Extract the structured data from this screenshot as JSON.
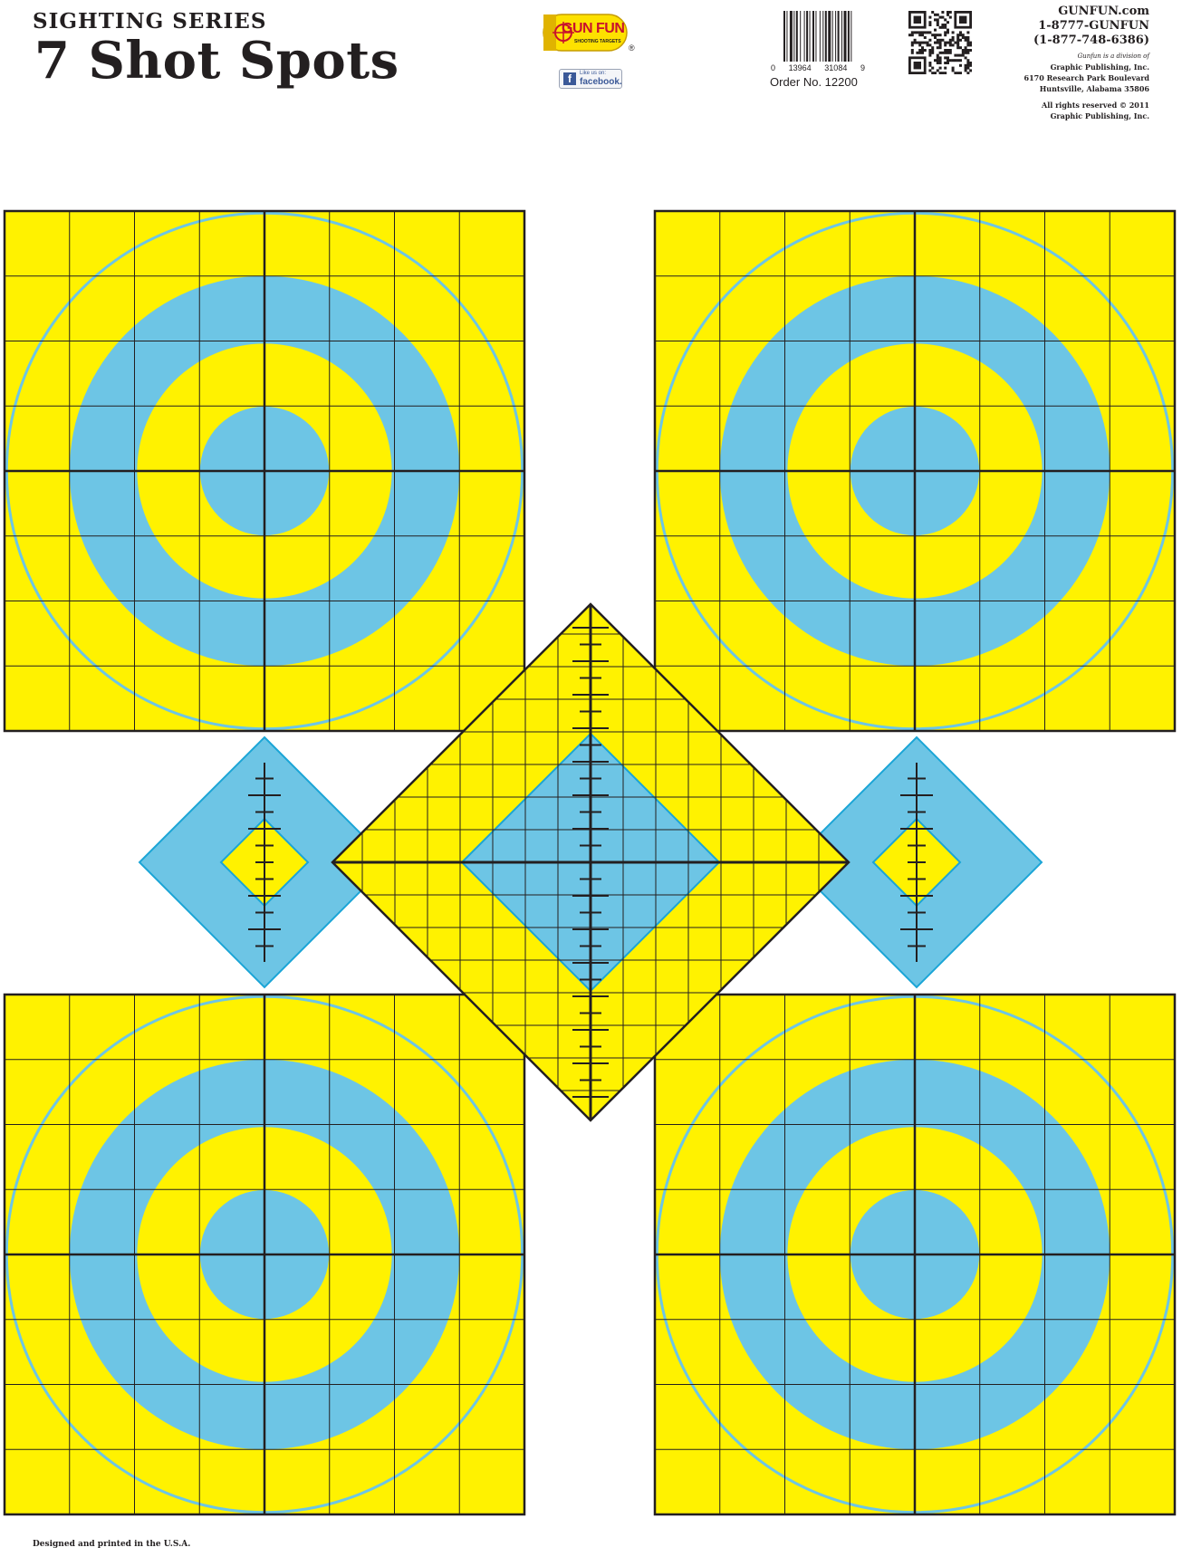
{
  "header": {
    "series": "SIGHTING SERIES",
    "title": "7 Shot Spots"
  },
  "logo": {
    "text": "GUN FUN",
    "subtext": "SHOOTING TARGETS",
    "registered": "®"
  },
  "facebook": {
    "small_text": "Like us on:",
    "word": "facebook."
  },
  "barcode": {
    "digits": [
      "0",
      "13964",
      "31084",
      "9"
    ],
    "order": "Order No. 12200"
  },
  "contact": {
    "website": "GUNFUN.com",
    "phone_vanity": "1-8777-GUNFUN",
    "phone_numeric": "(1-877-748-6386)",
    "division_note": "Gunfun is a division of",
    "company": "Graphic Publishing, Inc.",
    "street": "6170 Research Park Boulevard",
    "city": "Huntsville, Alabama 35806",
    "rights": "All rights reserved © 2011",
    "rights_company": "Graphic Publishing, Inc."
  },
  "footer": {
    "note": "Designed and printed in the U.S.A."
  },
  "colors": {
    "yellow": "#fff200",
    "blue": "#6dc5e5",
    "outline": "#231f20",
    "thin_ring": "#6dc5e5",
    "diamond_edge": "#1ba5d6"
  },
  "targets": {
    "square_bullseyes": [
      "top-left",
      "top-right",
      "bottom-left",
      "bottom-right"
    ],
    "diamonds": [
      "left-small",
      "center-large",
      "right-small"
    ]
  }
}
